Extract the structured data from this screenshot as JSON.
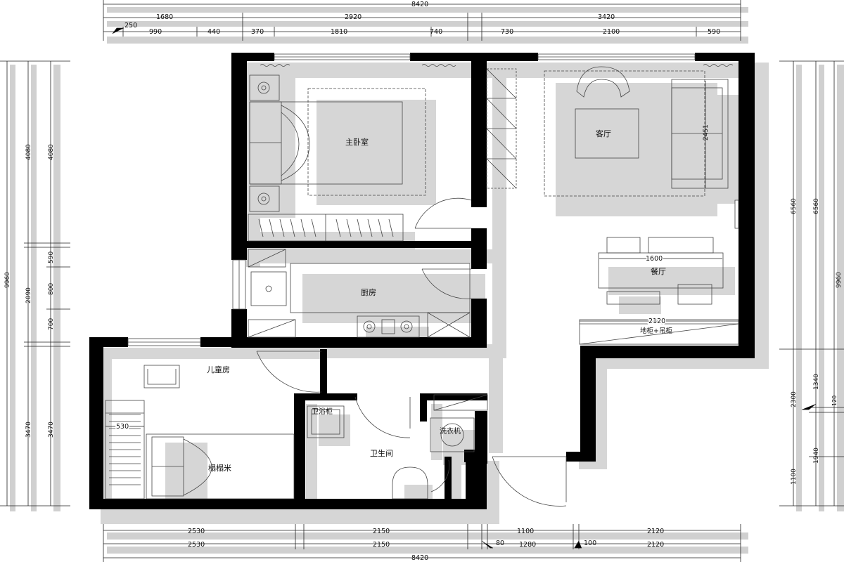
{
  "colors": {
    "wall": "#000000",
    "shadow": "#d6d6d6",
    "line": "#222222",
    "furniture": "#444444",
    "background": "#ffffff"
  },
  "rooms": {
    "master_bedroom": "主卧室",
    "living_room": "客厅",
    "dining_room": "餐厅",
    "kitchen": "厨房",
    "kids_room": "儿童房",
    "bathroom": "卫生间",
    "tatami": "榻榻米",
    "bath_cabinet": "卫浴柜",
    "washing_machine": "洗衣机",
    "cabinets": "地柜+吊柜"
  },
  "dimensions": {
    "top": {
      "total": "8420",
      "row1": [
        "1680",
        "2920",
        "3420"
      ],
      "row2": [
        "250",
        "990",
        "440",
        "370",
        "1810",
        "740",
        "730",
        "2100",
        "590"
      ]
    },
    "bottom": {
      "row1": [
        "2530",
        "2150",
        "1100",
        "2120"
      ],
      "row2": [
        "2530",
        "2150",
        "80",
        "1280",
        "100",
        "2120"
      ],
      "total": "8420"
    },
    "left": {
      "total": "9960",
      "mid": [
        "4080",
        "2090",
        "3470"
      ],
      "inner": [
        "4080",
        "590",
        "800",
        "700",
        "3470"
      ]
    },
    "right": {
      "total": "9960",
      "mid": [
        "6560",
        "2300"
      ],
      "inner": [
        "6560",
        "1340",
        "120",
        "1940",
        "1100"
      ]
    },
    "inner": {
      "sofa": "2451",
      "dining_table": "1600",
      "cabinet_run": "2120",
      "wardrobe": "530"
    }
  }
}
